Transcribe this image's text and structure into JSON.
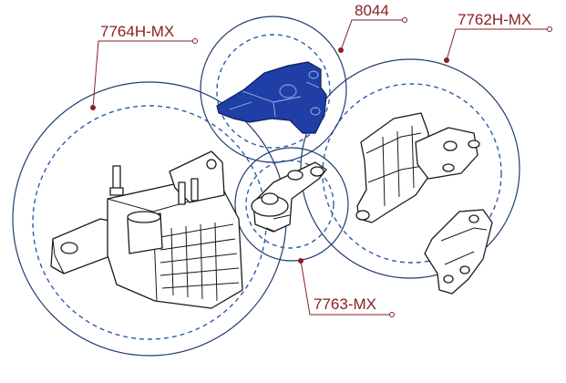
{
  "callouts": [
    {
      "part_number": "7764H-MX"
    },
    {
      "part_number": "8044"
    },
    {
      "part_number": "7762H-MX"
    },
    {
      "part_number": "7763-MX"
    }
  ],
  "colors": {
    "label": "#8a1f22",
    "ring_solid": "#1f3c6e",
    "ring_dashed": "#2e5ca8",
    "highlighted_part": "#1f3fa6",
    "line_art": "#1a1a1a"
  }
}
